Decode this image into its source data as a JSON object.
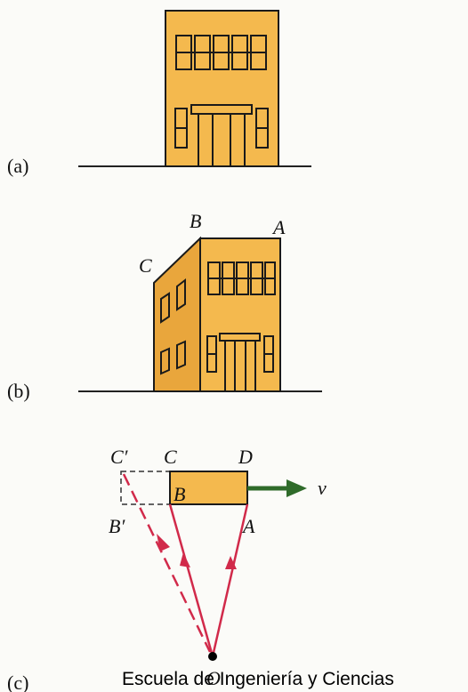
{
  "panels": {
    "a": {
      "label": "(a)"
    },
    "b": {
      "label": "(b)",
      "point_labels": {
        "A": "A",
        "B": "B",
        "C": "C"
      }
    },
    "c": {
      "label": "(c)",
      "point_labels": {
        "C_prime": "C′",
        "C": "C",
        "D": "D",
        "B": "B",
        "B_prime": "B′",
        "A": "A",
        "O": "O"
      },
      "velocity_label": "v"
    }
  },
  "caption": "Escuela de Ingeniería y Ciencias",
  "colors": {
    "building": "#f4b94e",
    "building_side": "#e9a63c",
    "outline": "#1a1a1a",
    "ray": "#d12a4a",
    "arrow": "#2f6b2a",
    "ground": "#222222"
  }
}
